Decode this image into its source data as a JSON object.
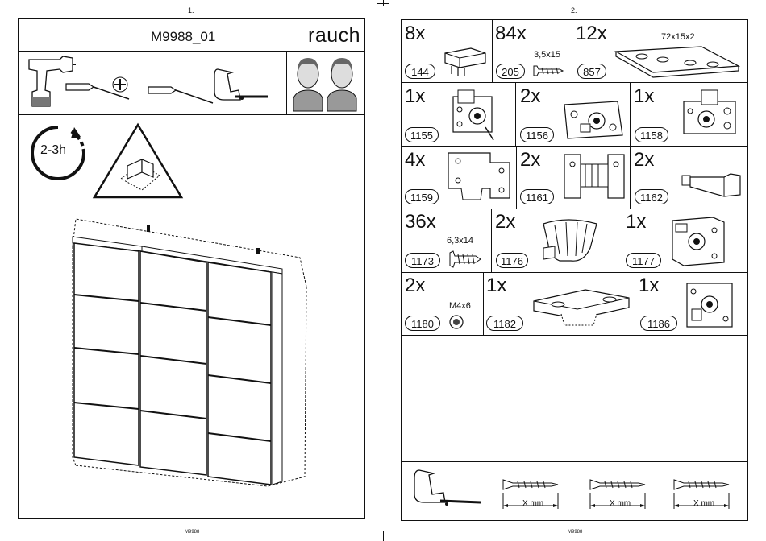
{
  "left_page": {
    "page_number": "1.",
    "model": "M9988_01",
    "brand": "rauch",
    "duration": "2-3h",
    "footer": "M9988"
  },
  "right_page": {
    "page_number": "2.",
    "footer": "M9988",
    "parts": [
      {
        "qty": "8x",
        "code": "144"
      },
      {
        "qty": "84x",
        "code": "205",
        "dim": "3,5x15"
      },
      {
        "qty": "12x",
        "code": "857",
        "dim": "72x15x2"
      },
      {
        "qty": "1x",
        "code": "1155"
      },
      {
        "qty": "2x",
        "code": "1156"
      },
      {
        "qty": "1x",
        "code": "1158"
      },
      {
        "qty": "4x",
        "code": "1159"
      },
      {
        "qty": "2x",
        "code": "1161"
      },
      {
        "qty": "2x",
        "code": "1162"
      },
      {
        "qty": "36x",
        "code": "1173",
        "dim": "6,3x14"
      },
      {
        "qty": "2x",
        "code": "1176"
      },
      {
        "qty": "1x",
        "code": "1177"
      },
      {
        "qty": "2x",
        "code": "1180",
        "dim": "M4x6"
      },
      {
        "qty": "1x",
        "code": "1182"
      },
      {
        "qty": "1x",
        "code": "1186"
      }
    ],
    "measure_labels": [
      "X mm",
      "X mm",
      "X mm"
    ]
  }
}
